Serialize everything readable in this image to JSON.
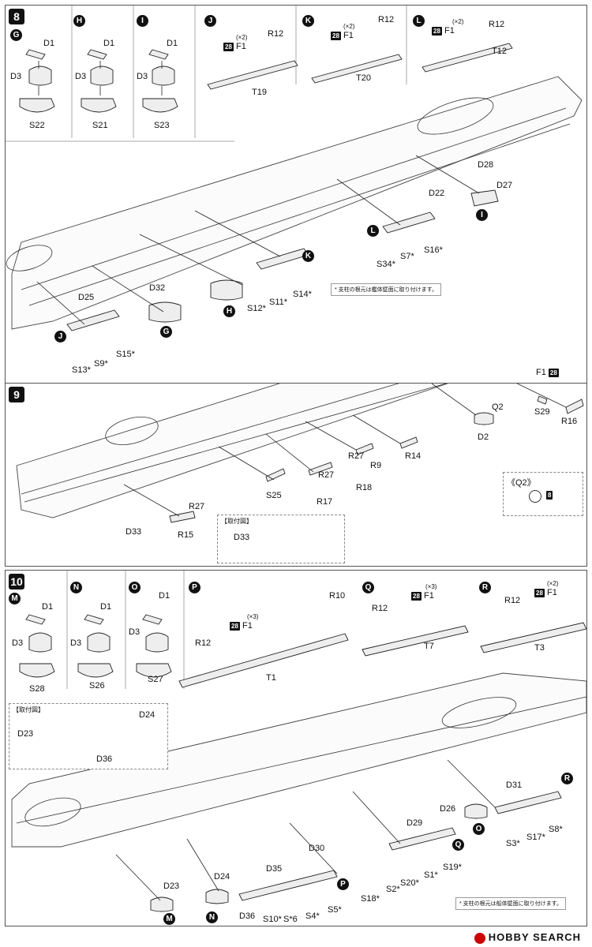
{
  "footer": {
    "brand": "HOBBY SEARCH"
  },
  "badge_code": "28",
  "step8": {
    "number": "8",
    "subs": [
      {
        "key": "G",
        "top": "D1",
        "mid": "D3",
        "bottom": "S22"
      },
      {
        "key": "H",
        "top": "D1",
        "mid": "D3",
        "bottom": "S21"
      },
      {
        "key": "I",
        "top": "D1",
        "mid": "D3",
        "bottom": "S23"
      }
    ],
    "rails": [
      {
        "key": "J",
        "qty": "(×2)",
        "f": "F1",
        "r": "R12",
        "t": "T19"
      },
      {
        "key": "K",
        "qty": "(×2)",
        "f": "F1",
        "r": "R12",
        "t": "T20"
      },
      {
        "key": "L",
        "qty": "(×2)",
        "f": "F1",
        "r": "R12",
        "t": "T12"
      }
    ],
    "labels": {
      "d28": "D28",
      "d27": "D27",
      "d22": "D22",
      "s16": "S16*",
      "s7": "S7*",
      "s34": "S34*",
      "s14": "S14*",
      "s11": "S11*",
      "s12": "S12*",
      "d32": "D32",
      "d25": "D25",
      "s15": "S15*",
      "s9": "S9*",
      "s13": "S13*",
      "cI": "I",
      "cL": "L",
      "cK": "K",
      "cH": "H",
      "cG": "G",
      "cJ": "J"
    },
    "note": "* 支柱の根元は艦体壁面に取り付けます。"
  },
  "step9": {
    "number": "9",
    "labels": {
      "f1": "F1",
      "q2": "Q2",
      "s29": "S29",
      "r16": "R16",
      "d2": "D2",
      "r14": "R14",
      "r27a": "R27",
      "r9": "R9",
      "r27b": "R27",
      "r18": "R18",
      "r17": "R17",
      "s25": "S25",
      "r27c": "R27",
      "d33": "D33",
      "r15": "R15"
    },
    "inset": {
      "title": "【取付図】",
      "part": "D33"
    },
    "q2_detail": {
      "title": "《Q2》",
      "badge": "8"
    }
  },
  "step10": {
    "number": "10",
    "subs": [
      {
        "key": "M",
        "top": "D1",
        "mid": "D3",
        "bottom": "S28"
      },
      {
        "key": "N",
        "top": "D1",
        "mid": "D3",
        "bottom": "S26"
      },
      {
        "key": "O",
        "top": "D1",
        "mid": "D3",
        "bottom": "S27"
      }
    ],
    "rails": [
      {
        "key": "P",
        "qty": "(×3)",
        "f": "F1",
        "r": "R12",
        "t": "T1",
        "extra": "R10"
      },
      {
        "key": "Q",
        "qty": "(×3)",
        "f": "F1",
        "r": "R12",
        "t": "T7"
      },
      {
        "key": "R",
        "qty": "(×2)",
        "f": "F1",
        "r": "R12",
        "t": "T3"
      }
    ],
    "inset": {
      "title": "【取付図】",
      "d24": "D24",
      "d23": "D23",
      "d36": "D36"
    },
    "labels": {
      "d31": "D31",
      "s8": "S8*",
      "s17": "S17*",
      "s3": "S3*",
      "d26": "D26",
      "d29": "D29",
      "s19": "S19*",
      "s1": "S1*",
      "s20": "S20*",
      "s2": "S2*",
      "d30": "D30",
      "s18": "S18*",
      "d35": "D35",
      "s5": "S5*",
      "s4": "S4*",
      "s6": "S*6",
      "s10": "S10*",
      "d24": "D24",
      "d36": "D36",
      "d23": "D23",
      "cR": "R",
      "cO": "O",
      "cQ": "Q",
      "cP": "P",
      "cN": "N",
      "cM": "M"
    },
    "note": "* 支柱の根元は船体壁面に取り付けます。"
  }
}
